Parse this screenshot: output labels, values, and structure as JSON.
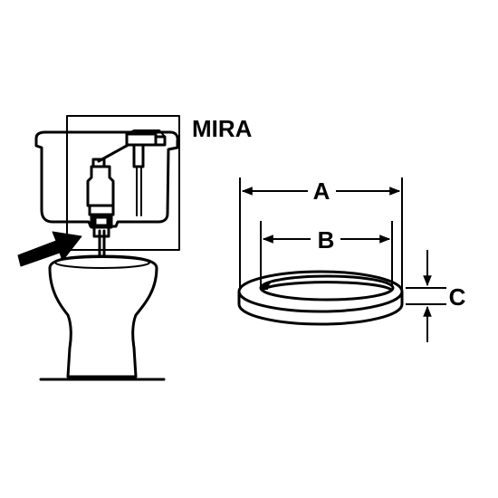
{
  "brand_label": "MIRA",
  "dimensions": {
    "outer_diameter_label": "A",
    "inner_diameter_label": "B",
    "thickness_label": "C"
  },
  "colors": {
    "ink": "#000000",
    "paper": "#ffffff"
  },
  "icons": {
    "pointer": "arrow-right-icon"
  }
}
